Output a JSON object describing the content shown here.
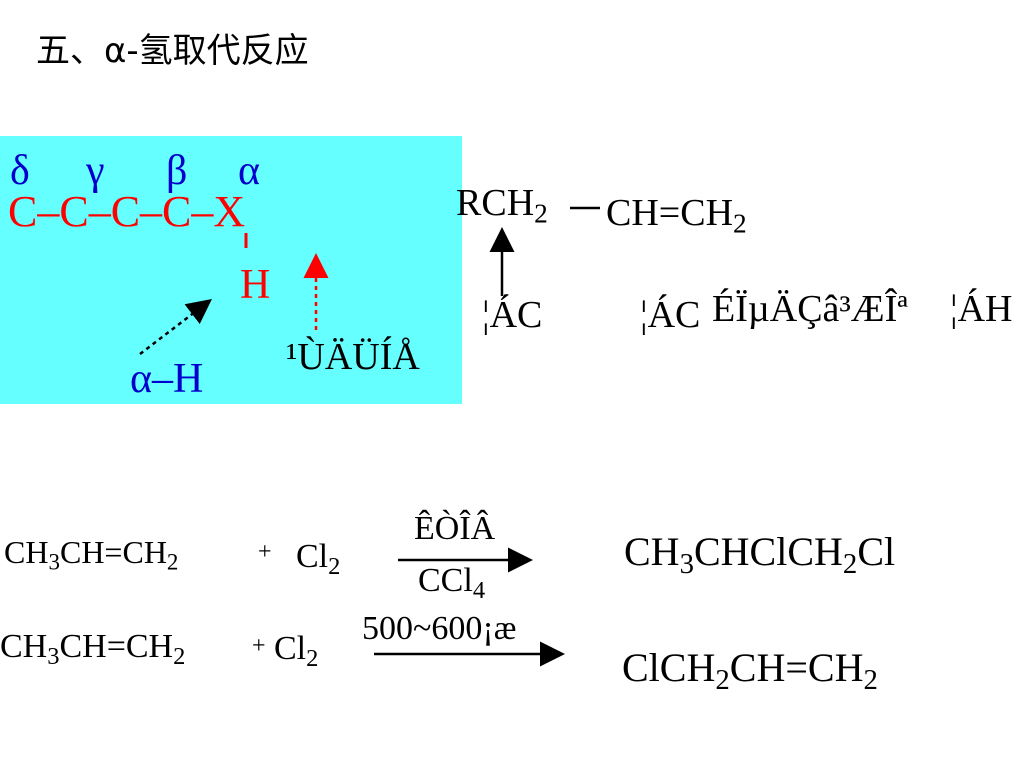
{
  "title": "五、α-氢取代反应",
  "panel": {
    "greek": [
      "δ",
      "γ",
      "β",
      "α"
    ],
    "chain": "C–C–C–C–X",
    "h_atom": "H",
    "alpha_h": "α–H",
    "label": "¹ÙÄÜÍÅ",
    "bg_color": "#66ffff",
    "chain_color": "#ff0000",
    "greek_color": "#0000cc"
  },
  "allyl": {
    "r_part": "RCH",
    "r_sub": "2",
    "vinyl": "CH=CH",
    "vinyl_sub": "2",
    "label_c1": "¦ÁC",
    "label_c2": "¦ÁC",
    "label_mid": "ÉÏµÄÇâ³ÆÎª",
    "label_h": "¦ÁH"
  },
  "reactions": [
    {
      "reactant": [
        "CH",
        "3",
        "CH=CH",
        "2"
      ],
      "plus": "+",
      "reagent": [
        "Cl",
        "2"
      ],
      "cond_top": "ÊÒÎÂ",
      "cond_bottom": [
        "CCl",
        "4"
      ],
      "product": [
        "CH",
        "3",
        "CHClCH",
        "2",
        "Cl"
      ]
    },
    {
      "reactant": [
        "CH",
        "3",
        "CH=CH",
        "2"
      ],
      "plus": "+",
      "reagent": [
        "Cl",
        "2"
      ],
      "cond_top": "500~600¡æ",
      "product": [
        "ClCH",
        "2",
        "CH=CH",
        "2"
      ]
    }
  ]
}
